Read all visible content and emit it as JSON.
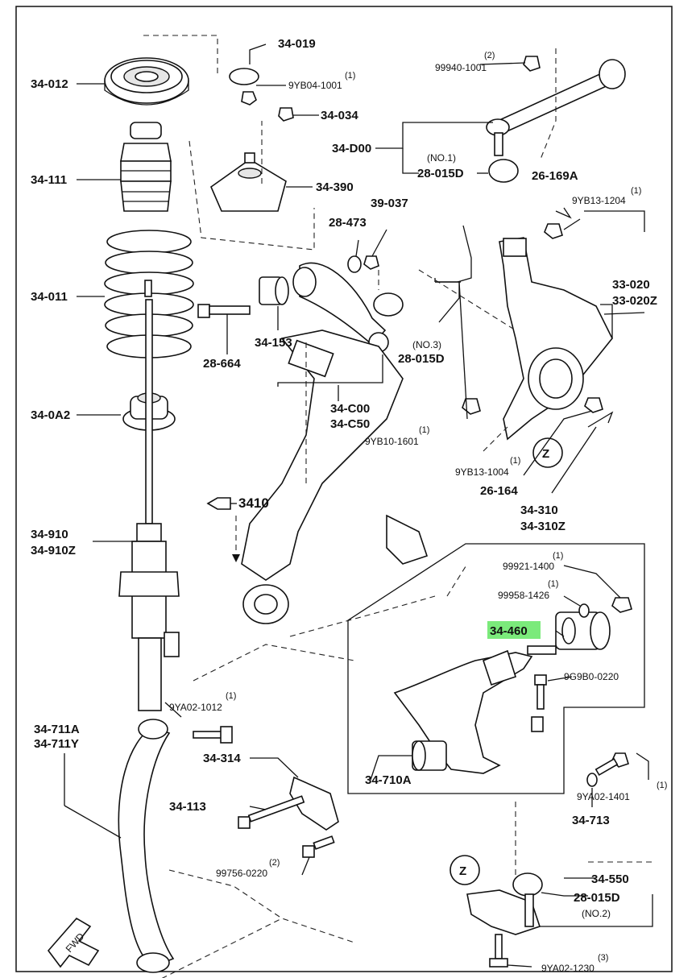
{
  "labels": {
    "l34_019": "34-019",
    "l34_012": "34-012",
    "l9yb04_1001": "9YB04-1001",
    "q1_9yb04": "(1)",
    "l34_034": "34-034",
    "l34_d00": "34-D00",
    "l34_111": "34-111",
    "l34_390": "34-390",
    "l99940_1001": "99940-1001",
    "q2_99940": "(2)",
    "no1": "(NO.1)",
    "l28_015d_a": "28-015D",
    "l26_169a": "26-169A",
    "q1_9yb13_1204": "(1)",
    "l9yb13_1204": "9YB13-1204",
    "l39_037": "39-037",
    "l28_473": "28-473",
    "l34_011": "34-011",
    "l33_020": "33-020",
    "l33_020z": "33-020Z",
    "l34_153": "34-153",
    "no3": "(NO.3)",
    "l28_015d_b": "28-015D",
    "l28_664": "28-664",
    "l34_0a2": "34-0A2",
    "l34_c00": "34-C00",
    "l34_c50": "34-C50",
    "q1_9yb10": "(1)",
    "l9yb10_1601": "9YB10-1601",
    "z_a": "Z",
    "q1_9yb13_1004": "(1)",
    "l9yb13_1004": "9YB13-1004",
    "l26_164": "26-164",
    "l3410": "3410",
    "l34_310": "34-310",
    "l34_310z": "34-310Z",
    "l34_910": "34-910",
    "l34_910z": "34-910Z",
    "q1_99921": "(1)",
    "l99921_1400": "99921-1400",
    "q1_99958": "(1)",
    "l99958_1426": "99958-1426",
    "l34_460": "34-460",
    "l9g9b0_0220": "9G9B0-0220",
    "q1_9ya02_1012": "(1)",
    "l9ya02_1012": "9YA02-1012",
    "l34_711a": "34-711A",
    "l34_711y": "34-711Y",
    "l34_314": "34-314",
    "l34_113": "34-113",
    "l34_710a": "34-710A",
    "q1_9ya02_1401": "(1)",
    "l9ya02_1401": "9YA02-1401",
    "l34_713": "34-713",
    "q2_99756": "(2)",
    "l99756_0220": "99756-0220",
    "z_b": "Z",
    "l34_550": "34-550",
    "l28_015d_c": "28-015D",
    "no2": "(NO.2)",
    "fwd": "FWD",
    "q3_9ya02_1230": "(3)",
    "l9ya02_1230": "9YA02-1230"
  },
  "colors": {
    "highlight": "#7bea7b",
    "ink": "#111111"
  },
  "icons": {
    "reference_pointer": "pointing-hand-icon",
    "forward_arrow": "fwd-arrow-icon"
  },
  "highlighted_part": "34-460"
}
